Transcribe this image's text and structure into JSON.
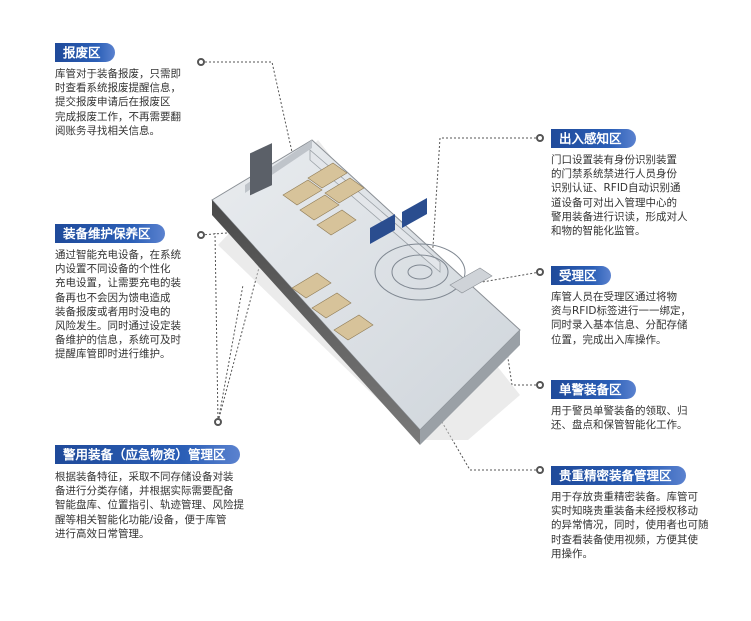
{
  "zones": [
    {
      "id": "scrap",
      "title": "报废区",
      "desc": [
        "库管对于装备报废，只需即",
        "时查看系统报废提醒信息，",
        "提交报废申请后在报废区",
        "完成报废工作，不再需要翻",
        "阅账务寻找相关信息。"
      ]
    },
    {
      "id": "maintenance",
      "title": "装备维护保养区",
      "desc": [
        "通过智能充电设备，在系统",
        "内设置不同设备的个性化",
        "充电设置，让需要充电的装",
        "备再也不会因为馈电造成",
        "装备报废或者用时没电的",
        "风险发生。同时通过设定装",
        "备维护的信息，系统可及时",
        "提醒库管即时进行维护。"
      ]
    },
    {
      "id": "police",
      "title": "警用装备（应急物资）管理区",
      "desc": [
        "根据装备特征，采取不同存储设备对装",
        "备进行分类存储，并根据实际需要配备",
        "智能盘库、位置指引、轨迹管理、风险提",
        "醒等相关智能化功能/设备，便于库管",
        "进行高效日常管理。"
      ]
    },
    {
      "id": "entry",
      "title": "出入感知区",
      "desc": [
        "门口设置装有身份识别装置",
        "的门禁系统禁进行人员身份",
        "识别认证、RFID自动识别通",
        "道设备可对出入管理中心的",
        "警用装备进行识读，形成对人",
        "和物的智能化监管。"
      ]
    },
    {
      "id": "reception",
      "title": "受理区",
      "desc": [
        "库管人员在受理区通过将物",
        "资与RFID标签进行一一绑定，",
        "同时录入基本信息、分配存储",
        "位置，完成出入库操作。"
      ]
    },
    {
      "id": "single",
      "title": "单警装备区",
      "desc": [
        "用于警员单警装备的领取、归",
        "还、盘点和保管智能化工作。"
      ]
    },
    {
      "id": "valuable",
      "title": "贵重精密装备管理区",
      "desc": [
        "用于存放贵重精密装备。库管可",
        "实时知晓贵重装备未经授权移动",
        "的异常情况，同时，使用者也可随",
        "时查看装备使用视频，方便其使",
        "用操作。"
      ]
    }
  ]
}
